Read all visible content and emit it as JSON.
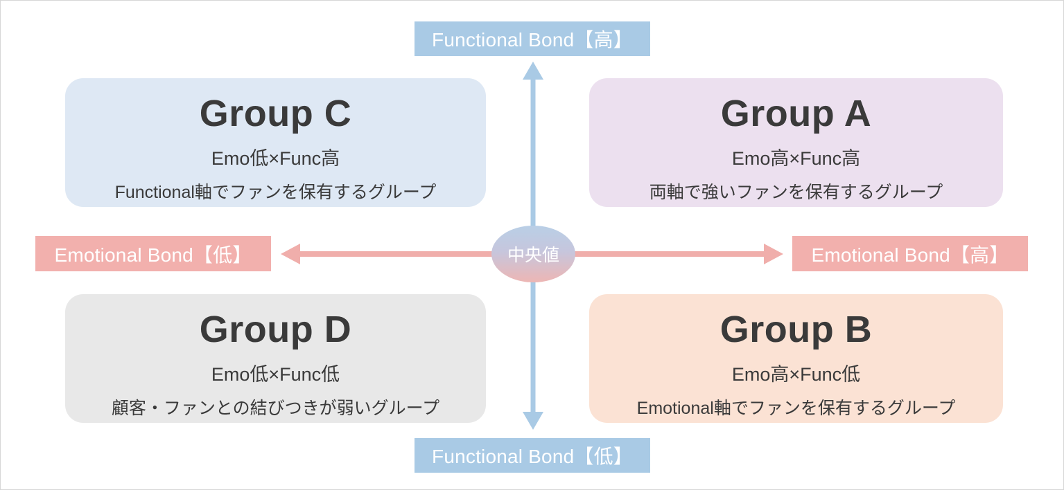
{
  "diagram": {
    "type": "2x2-quadrant-matrix",
    "center_node": {
      "label": "中央値"
    },
    "axes": {
      "vertical": {
        "name": "Functional Bond",
        "high_label": "Functional Bond【高】",
        "low_label": "Functional Bond【低】",
        "color": "#a9cae5",
        "arrow": "double-headed-vertical"
      },
      "horizontal": {
        "name": "Emotional Bond",
        "high_label": "Emotional Bond【高】",
        "low_label": "Emotional Bond【低】",
        "color": "#f2b0ad",
        "arrow": "double-headed-horizontal"
      }
    },
    "quadrants": [
      {
        "id": "C",
        "position": "top-left",
        "title": "Group C",
        "subtitle": "Emo低×Func高",
        "description": "Functional軸でファンを保有するグループ",
        "color": "#dee8f4"
      },
      {
        "id": "A",
        "position": "top-right",
        "title": "Group A",
        "subtitle": "Emo高×Func高",
        "description": "両軸で強いファンを保有するグループ",
        "color": "#ece0ef"
      },
      {
        "id": "D",
        "position": "bottom-left",
        "title": "Group D",
        "subtitle": "Emo低×Func低",
        "description": "顧客・ファンとの結びつきが弱いグループ",
        "color": "#e8e8e8"
      },
      {
        "id": "B",
        "position": "bottom-right",
        "title": "Group B",
        "subtitle": "Emo高×Func低",
        "description": "Emotional軸でファンを保有するグループ",
        "color": "#fbe2d4"
      }
    ]
  }
}
